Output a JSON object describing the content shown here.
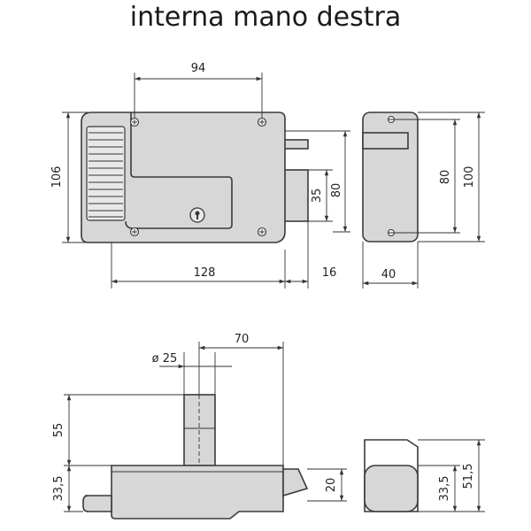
{
  "title": "interna mano destra",
  "colors": {
    "body": "#d7d7d7",
    "line": "#3a3a3a"
  },
  "front_view": {
    "width_label": "128",
    "height_label": "106",
    "hole_spacing_label": "94",
    "bolt_offset_label": "16",
    "bolt_height_label": "35",
    "box_height_label": "80"
  },
  "side_view": {
    "depth_label": "40",
    "inner_height_label": "80",
    "outer_height_label": "100"
  },
  "bottom_view": {
    "diameter_label": "ø 25",
    "cylinder_offset_label": "70",
    "cylinder_length_label": "55",
    "body_height_label": "33,5",
    "latch_label": "20"
  },
  "end_view": {
    "body_height_label": "33,5",
    "total_height_label": "51,5"
  }
}
